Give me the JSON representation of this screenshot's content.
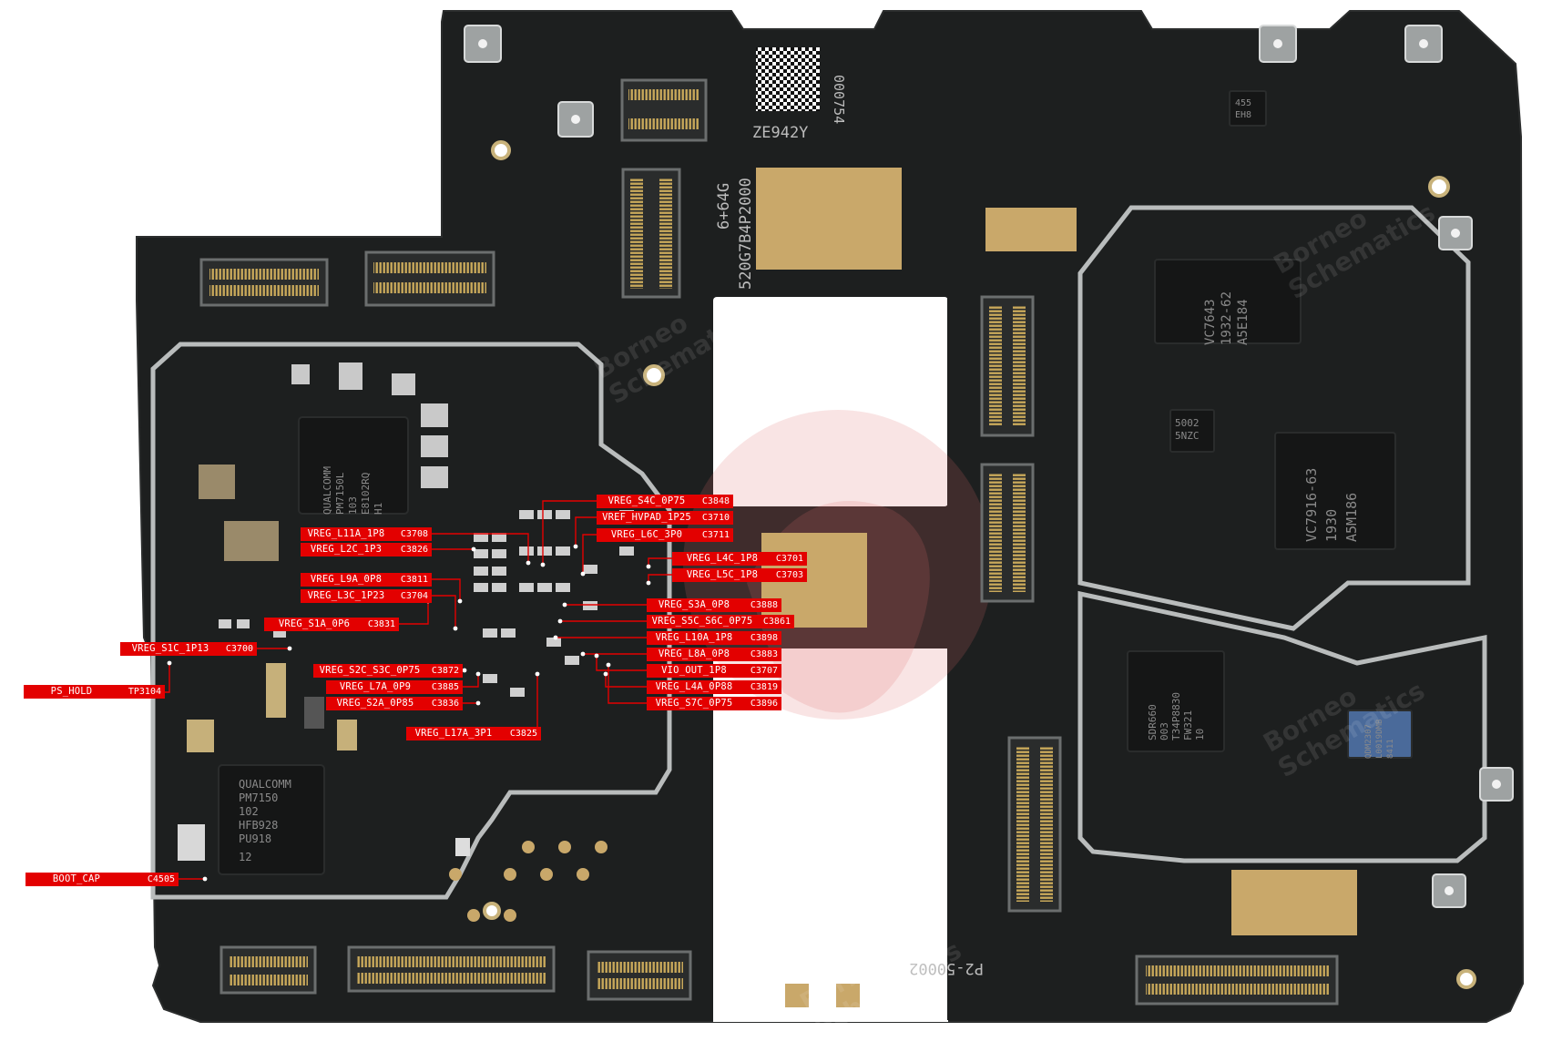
{
  "board": {
    "colors": {
      "pcb": "#1d1f1f",
      "shield": "#b9bcbc",
      "pad": "#c8b27a",
      "label": "#e30000"
    },
    "silkscreen": {
      "qr_number": "000754",
      "board_code": "ZE942Y",
      "memory": "6+64G",
      "serial": "520G7B4P2000",
      "board_rev": "P2-50002"
    },
    "watermark": {
      "line1": "Borneo",
      "line2": "Schematics"
    },
    "chips": {
      "pmic_top": [
        "QUALCOMM",
        "PM7150L",
        "103",
        "E8102RQ",
        "H1"
      ],
      "pmic_bottom": [
        "QUALCOMM",
        "PM7150",
        "102",
        "HFB928",
        "PU918",
        "12"
      ],
      "vc7643": [
        "VC7643",
        "1932-62",
        "A5E184"
      ],
      "vc7916": [
        "VC7916-63",
        "1930",
        "A5M186"
      ],
      "sdr660": [
        "SDR660",
        "003",
        "T34P8830",
        "FW321",
        "10"
      ],
      "qdm": [
        "QDM2307",
        "L0019DMB",
        "8411"
      ],
      "small_5002": [
        "5002",
        "5NZC"
      ],
      "small_455": [
        "455",
        "EH8"
      ]
    }
  },
  "labels": [
    {
      "net": "VREG_S4C_0P75",
      "ref": "C3848"
    },
    {
      "net": "VREF_HVPAD_1P25",
      "ref": "C3710"
    },
    {
      "net": "VREG_L11A_1P8",
      "ref": "C3708"
    },
    {
      "net": "VREG_L6C_3P0",
      "ref": "C3711"
    },
    {
      "net": "VREG_L2C_1P3",
      "ref": "C3826"
    },
    {
      "net": "VREG_L4C_1P8",
      "ref": "C3701"
    },
    {
      "net": "VREG_L5C_1P8",
      "ref": "C3703"
    },
    {
      "net": "VREG_L9A_0P8",
      "ref": "C3811"
    },
    {
      "net": "VREG_L3C_1P23",
      "ref": "C3704"
    },
    {
      "net": "VREG_S3A_0P8",
      "ref": "C3888"
    },
    {
      "net": "VREG_S1A_0P6",
      "ref": "C3831"
    },
    {
      "net": "VREG_S5C_S6C_0P75",
      "ref": "C3861"
    },
    {
      "net": "VREG_L10A_1P8",
      "ref": "C3898"
    },
    {
      "net": "VREG_S1C_1P13",
      "ref": "C3700"
    },
    {
      "net": "VREG_L8A_0P8",
      "ref": "C3883"
    },
    {
      "net": "VREG_S2C_S3C_0P75",
      "ref": "C3872"
    },
    {
      "net": "VIO_OUT_1P8",
      "ref": "C3707"
    },
    {
      "net": "PS_HOLD",
      "ref": "TP3104"
    },
    {
      "net": "VREG_L7A_0P9",
      "ref": "C3885"
    },
    {
      "net": "VREG_L4A_0P88",
      "ref": "C3819"
    },
    {
      "net": "VREG_S2A_0P85",
      "ref": "C3836"
    },
    {
      "net": "VREG_S7C_0P75",
      "ref": "C3896"
    },
    {
      "net": "VREG_L17A_3P1",
      "ref": "C3825"
    },
    {
      "net": "BOOT_CAP",
      "ref": "C4505"
    }
  ]
}
